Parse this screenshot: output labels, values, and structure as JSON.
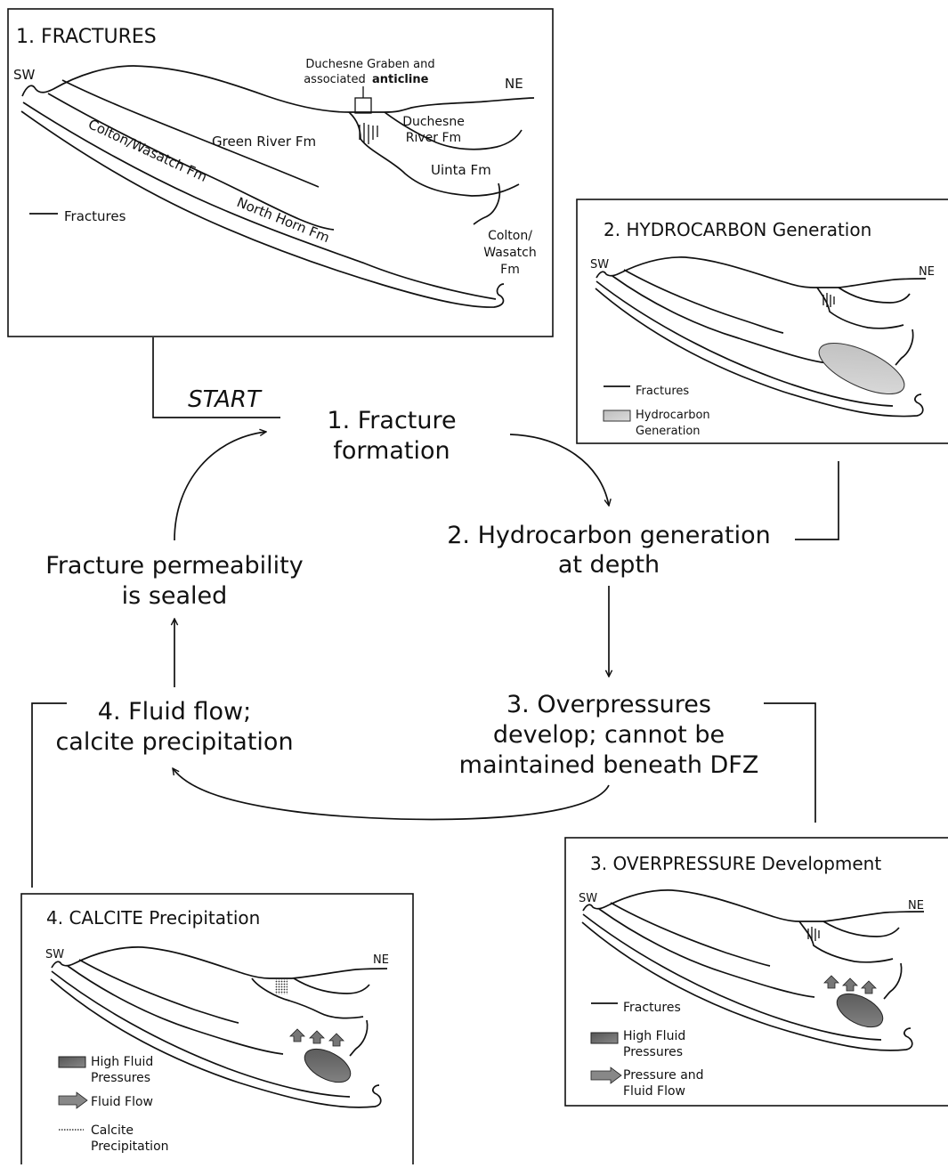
{
  "colors": {
    "line": "#111111",
    "hydrocarbon_fill": "#c8c8c8",
    "high_pressure_fill": "#6e6e6e",
    "arrow_fill": "#8a8a8a"
  },
  "panel1": {
    "title": "1. FRACTURES",
    "sw": "SW",
    "ne": "NE",
    "graben_line1": "Duchesne Graben and",
    "graben_line2": "associated",
    "graben_bold": "anticline",
    "duchesne_river_1": "Duchesne",
    "duchesne_river_2": "River Fm",
    "green_river": "Green River Fm",
    "uinta": "Uinta Fm",
    "colton_wasatch": "Colton/Wasatch Fm",
    "north_horn": "North Horn Fm",
    "colton2_1": "Colton/",
    "colton2_2": "Wasatch",
    "colton2_3": "Fm",
    "legend_fractures": "Fractures"
  },
  "panel2": {
    "title": "2. HYDROCARBON Generation",
    "sw": "SW",
    "ne": "NE",
    "legend_fractures": "Fractures",
    "legend_hc_1": "Hydrocarbon",
    "legend_hc_2": "Generation"
  },
  "panel3": {
    "title": "3. OVERPRESSURE Development",
    "sw": "SW",
    "ne": "NE",
    "legend_fractures": "Fractures",
    "legend_hp_1": "High Fluid",
    "legend_hp_2": "Pressures",
    "legend_pf_1": "Pressure and",
    "legend_pf_2": "Fluid Flow"
  },
  "panel4": {
    "title": "4. CALCITE Precipitation",
    "sw": "SW",
    "ne": "NE",
    "legend_hp_1": "High Fluid",
    "legend_hp_2": "Pressures",
    "legend_ff": "Fluid Flow",
    "legend_cp_1": "Calcite",
    "legend_cp_2": "Precipitation"
  },
  "cycle": {
    "start": "START",
    "step1_line1": "1. Fracture",
    "step1_line2": "formation",
    "step2_line1": "2. Hydrocarbon generation",
    "step2_line2": "at depth",
    "step3_line1": "3. Overpressures",
    "step3_line2": "develop; cannot be",
    "step3_line3": "maintained beneath DFZ",
    "step4_line1": "4. Fluid flow;",
    "step4_line2": "calcite precipitation",
    "sealed_line1": "Fracture permeability",
    "sealed_line2": "is sealed"
  }
}
